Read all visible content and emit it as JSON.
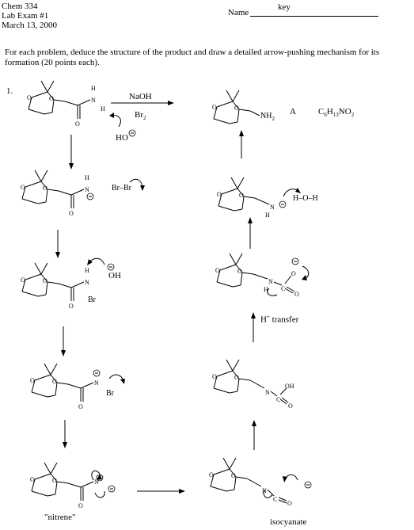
{
  "header": {
    "course": "Chem 334",
    "exam": "Lab Exam #1",
    "date": "March 13, 2000",
    "name_label": "Name",
    "name_value": "key"
  },
  "instructions": "For each problem, deduce the structure of the product and draw a detailed arrow-pushing mechanism for its formation (20 points each).",
  "problem": {
    "number": "1.",
    "reagent_top": "NaOH",
    "reagent_bottom": "Br2",
    "product_label": "A",
    "formula": "C6H13NO2",
    "labels": {
      "hydroxide": "HO",
      "oh_base": "OH",
      "h_transfer": "H+ transfer",
      "nitrene": "\"nitrene\"",
      "isocyanate": "isocyanate",
      "br_br": "Br–Br",
      "br": "Br",
      "nh2": "NH2",
      "water_h_o_h": "H–O–H"
    }
  }
}
